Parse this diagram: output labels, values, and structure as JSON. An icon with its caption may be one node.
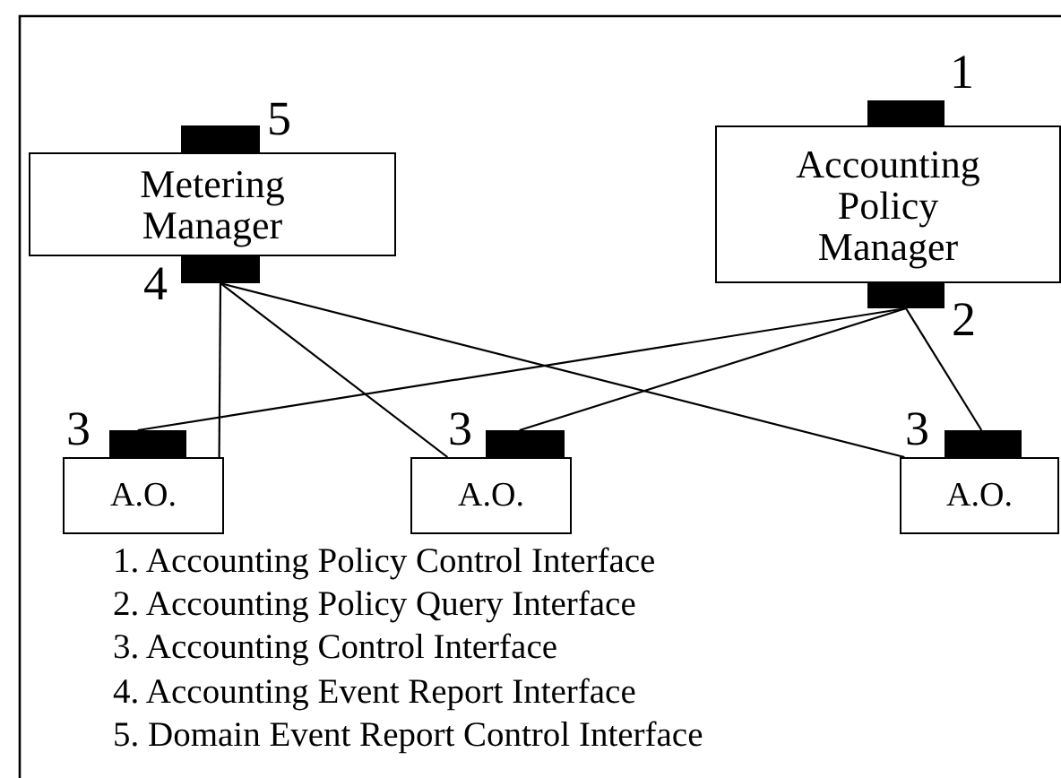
{
  "diagram": {
    "nodes": [
      {
        "text": [
          "Metering Manager"
        ]
      },
      {
        "text": [],
        "shape": "bar",
        "beside": [
          "5"
        ]
      },
      {
        "text": [],
        "shape": "bar",
        "beside": [
          "4"
        ]
      },
      {
        "text": [
          "Accounting Policy Manager"
        ]
      },
      {
        "text": [],
        "shape": "bar",
        "beside": [
          "1"
        ]
      },
      {
        "text": [],
        "shape": "bar",
        "beside": [
          "2"
        ]
      },
      {
        "text": [],
        "shape": "bar",
        "beside": [
          "3"
        ]
      },
      {
        "text": [
          "A.O."
        ]
      },
      {
        "text": [],
        "shape": "bar",
        "beside": [
          "3"
        ]
      },
      {
        "text": [
          "A.O."
        ]
      },
      {
        "text": [],
        "shape": "bar",
        "beside": [
          "3"
        ]
      },
      {
        "text": [
          "A.O."
        ]
      }
    ],
    "edges": [
      {
        "from": 2,
        "to": 7,
        "arrow": "none"
      },
      {
        "from": 2,
        "to": 9,
        "arrow": "none"
      },
      {
        "from": 2,
        "to": 11,
        "arrow": "none"
      },
      {
        "from": 5,
        "to": 6,
        "arrow": "none"
      },
      {
        "from": 5,
        "to": 8,
        "arrow": "none"
      },
      {
        "from": 5,
        "to": 10,
        "arrow": "none"
      }
    ],
    "labels": [
      "1. Accounting Policy Control Interface",
      "2. Accounting Policy Query Interface",
      "3. Accounting Control Interface",
      "4. Accounting Event Report Interface",
      "5. Domain Event Report Control Interface"
    ]
  }
}
